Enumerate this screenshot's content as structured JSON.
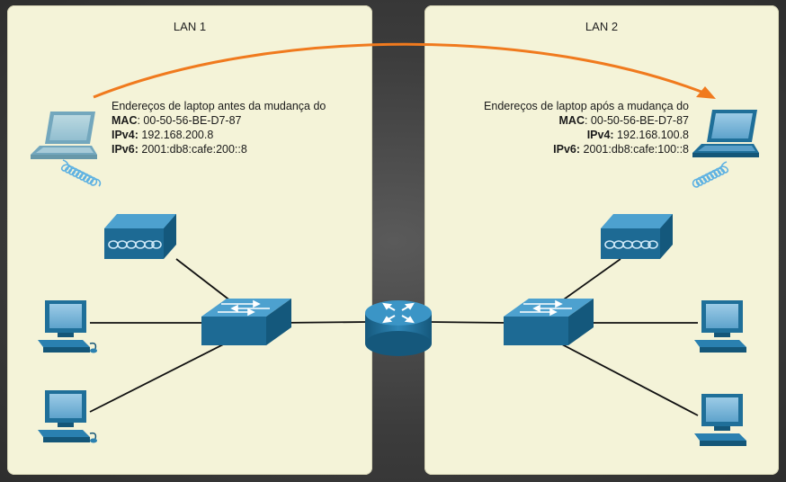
{
  "lan1": {
    "title": "LAN 1",
    "heading": "Endereços de laptop antes da mudança do",
    "mac_label": "MAC",
    "mac_value": ": 00-50-56-BE-D7-87",
    "ipv4_label": "IPv4:",
    "ipv4_value": " 192.168.200.8",
    "ipv6_label": "IPv6:",
    "ipv6_value": " 2001:db8:cafe:200::8"
  },
  "lan2": {
    "title": "LAN 2",
    "heading": "Endereços de laptop após a mudança do",
    "mac_label": "MAC",
    "mac_value": ": 00-50-56-BE-D7-87",
    "ipv4_label": "IPv4:",
    "ipv4_value": " 192.168.100.8",
    "ipv6_label": "IPv6:",
    "ipv6_value": " 2001:db8:cafe:100::8"
  },
  "colors": {
    "panel": "#f4f3d8",
    "device_blue": "#1f6f99",
    "arrow_orange": "#f07a1e",
    "wireless": "#6ab8e6"
  },
  "icons": [
    "laptop-icon",
    "wireless-access-point-icon",
    "switch-icon",
    "router-icon",
    "pc-icon"
  ]
}
